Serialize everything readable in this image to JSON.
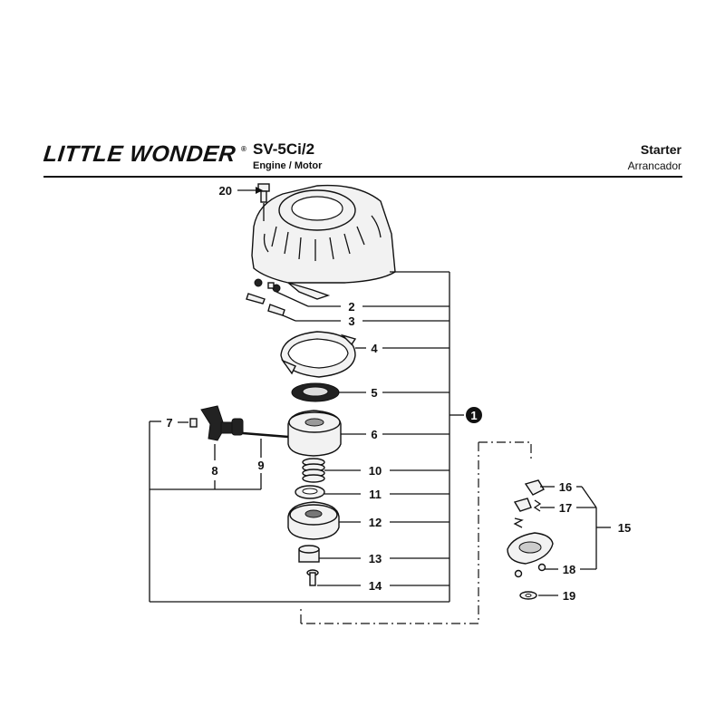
{
  "header": {
    "brand": "LITTLE WONDER",
    "registered_mark": "®",
    "model": "SV-5Ci/2",
    "model_subtitle": "Engine / Motor",
    "section_title": "Starter",
    "section_subtitle": "Arrancador"
  },
  "callouts": {
    "assembly": "1",
    "c2": "2",
    "c3": "3",
    "c4": "4",
    "c5": "5",
    "c6": "6",
    "c7": "7",
    "c8": "8",
    "c9": "9",
    "c10": "10",
    "c11": "11",
    "c12": "12",
    "c13": "13",
    "c14": "14",
    "c15": "15",
    "c16": "16",
    "c17": "17",
    "c18": "18",
    "c19": "19",
    "c20": "20"
  }
}
